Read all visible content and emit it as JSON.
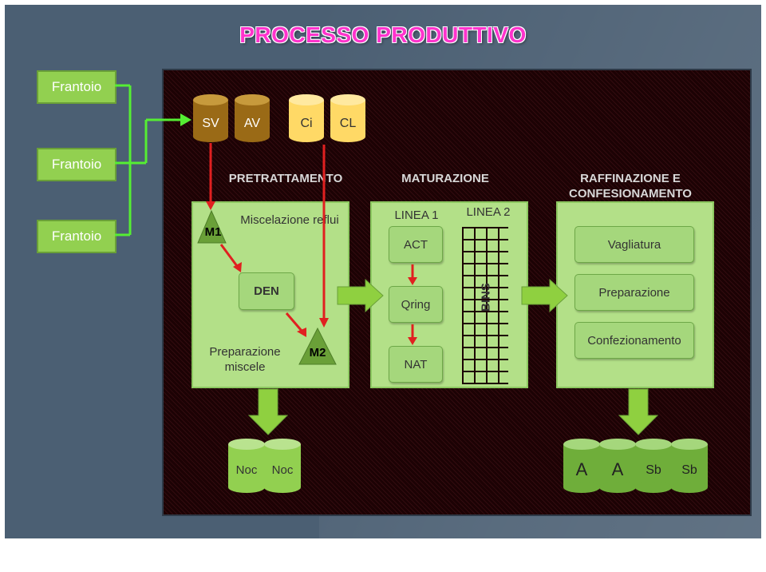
{
  "title": "PROCESSO PRODUTTIVO",
  "frantoi": [
    "Frantoio",
    "Frantoio",
    "Frantoio"
  ],
  "top_cylinders": [
    "SV",
    "AV",
    "Ci",
    "CL"
  ],
  "sections": {
    "pretrattamento": "PRETRATTAMENTO",
    "maturazione": "MATURAZIONE",
    "raffinazione": "RAFFINAZIONE E CONFESIONAMENTO"
  },
  "pretrattamento": {
    "m1": "M1",
    "miscelazione": "Miscelazione reflui",
    "den": "DEN",
    "preparazione_miscele": "Preparazione miscele",
    "m2": "M2"
  },
  "maturazione": {
    "linea1": "LINEA 1",
    "linea2": "LINEA 2",
    "act": "ACT",
    "qring": "Qring",
    "nat": "NAT",
    "bins": "BINS"
  },
  "raffinazione": {
    "vagliatura": "Vagliatura",
    "preparazione": "Preparazione",
    "confezionamento": "Confezionamento"
  },
  "bottom_left_cylinders": [
    "Noc",
    "Noc"
  ],
  "bottom_right_cylinders": [
    "A",
    "A",
    "Sb",
    "Sb"
  ],
  "colors": {
    "background": "#4b5f73",
    "panel": "#1c0204",
    "green_box": "#b3e088",
    "button": "#a5d77c",
    "arrow_red": "#e02020",
    "arrow_green": "#55ee33",
    "cylinder_brown": "#9a6a16",
    "cylinder_yellow": "#ffd966",
    "cylinder_green": "#92d050",
    "title_pink": "#ff33cc"
  }
}
